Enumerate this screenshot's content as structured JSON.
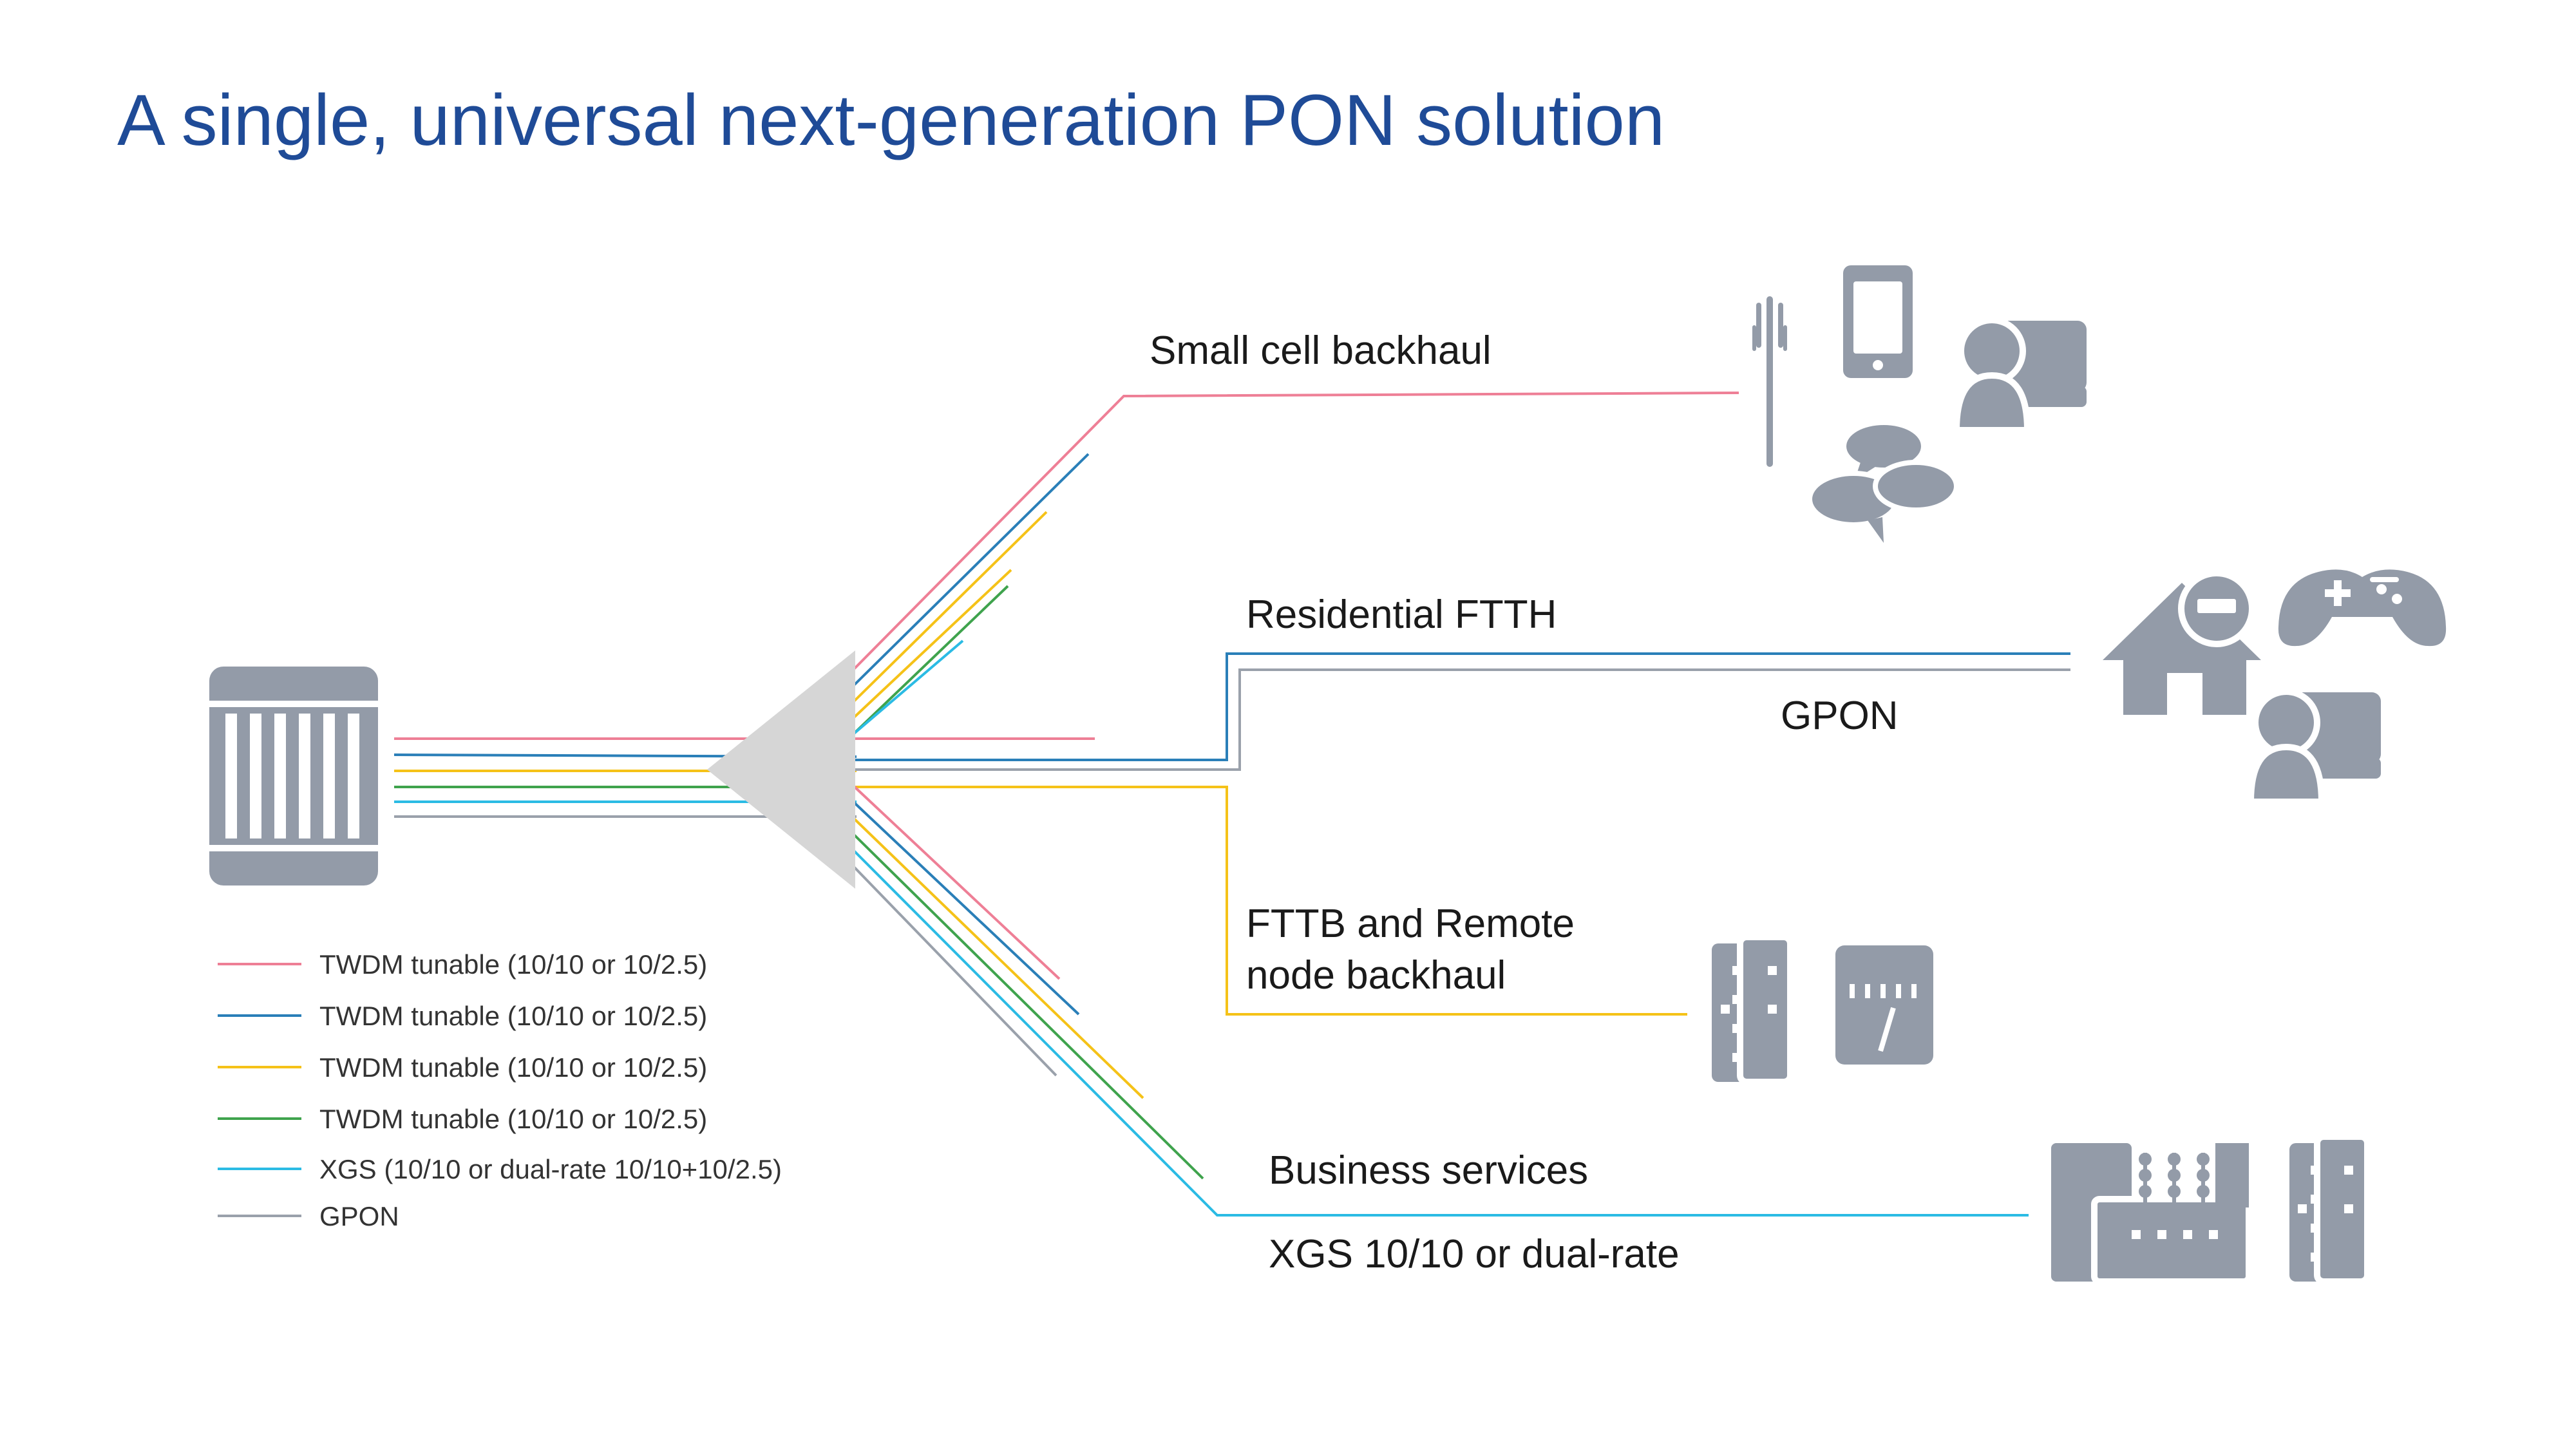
{
  "title": "A single, universal next-generation PON solution",
  "colors": {
    "title": "#1f4b97",
    "twdm_pink": "#ee7f96",
    "twdm_blue": "#2a7fb8",
    "twdm_yellow": "#f5c218",
    "twdm_green": "#3fa34d",
    "xgs_cyan": "#2bbbe4",
    "gpon_gray": "#9aa1ab",
    "splitter": "#d6d6d6",
    "icon_gray": "#939ba8"
  },
  "branches": {
    "small_cell": "Small cell backhaul",
    "residential": "Residential FTTH",
    "gpon": "GPON",
    "fttb_line1": "FTTB  and Remote",
    "fttb_line2": "node backhaul",
    "business": "Business services",
    "xgs": "XGS 10/10 or dual-rate"
  },
  "legend": [
    {
      "label": "TWDM tunable (10/10 or 10/2.5)",
      "color": "#ee7f96"
    },
    {
      "label": "TWDM tunable (10/10 or 10/2.5)",
      "color": "#2a7fb8"
    },
    {
      "label": "TWDM tunable (10/10 or 10/2.5)",
      "color": "#f5c218"
    },
    {
      "label": "TWDM tunable (10/10 or 10/2.5)",
      "color": "#3fa34d"
    },
    {
      "label": "XGS (10/10 or dual-rate 10/10+10/2.5)",
      "color": "#2bbbe4"
    },
    {
      "label": "GPON",
      "color": "#9aa1ab"
    }
  ],
  "icons": [
    "olt-chassis-icon",
    "splitter-icon",
    "cell-tower-icon",
    "smartphone-icon",
    "user-chat-icon",
    "speech-bubbles-icon",
    "house-meter-icon",
    "gamepad-icon",
    "user-chat-icon",
    "office-building-icon",
    "gauge-meter-icon",
    "factory-icon"
  ]
}
